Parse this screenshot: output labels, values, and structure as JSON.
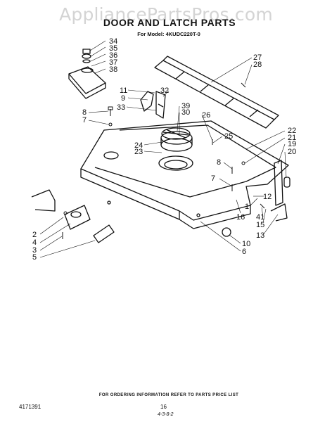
{
  "watermark": "AppliancePartsPros.com",
  "title": "DOOR AND LATCH PARTS",
  "subtitle": "For Model: 4KUDC220T-0",
  "callouts": [
    "34",
    "35",
    "36",
    "37",
    "38",
    "27",
    "28",
    "11",
    "9",
    "32",
    "33",
    "39",
    "30",
    "26",
    "8",
    "7",
    "22",
    "21",
    "19",
    "20",
    "24",
    "23",
    "25",
    "8",
    "7",
    "12",
    "2",
    "4",
    "3",
    "5",
    "16",
    "41",
    "15",
    "13",
    "10",
    "6",
    "1"
  ],
  "footer": {
    "note": "FOR ORDERING INFORMATION REFER TO PARTS PRICE LIST",
    "doc_number": "4171391",
    "page": "16",
    "date_code": "4-3-8-2"
  }
}
